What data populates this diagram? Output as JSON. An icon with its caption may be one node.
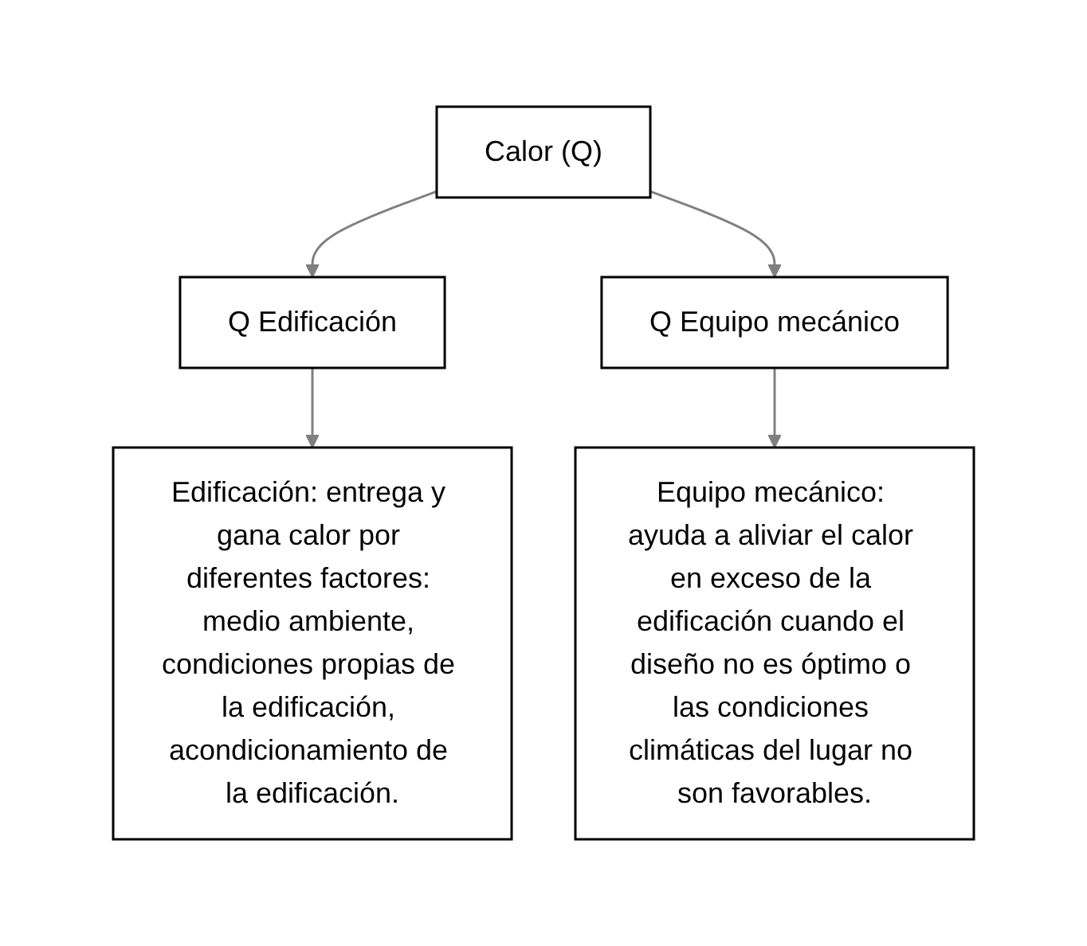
{
  "diagram": {
    "nodes": [
      {
        "text": [
          "Calor (Q)"
        ]
      },
      {
        "text": [
          "Q Edificación"
        ]
      },
      {
        "text": [
          "Q Equipo mecánico"
        ]
      },
      {
        "text": [
          "Edificación: entrega y gana calor por diferentes factores: medio ambiente, condiciones propias de la edificación, acondicionamiento de la edificación."
        ]
      },
      {
        "text": [
          "Equipo mecánico: ayuda a aliviar el calor en exceso de la edificación cuando el diseño no es óptimo o las condiciones climáticas del lugar no son favorables."
        ]
      }
    ],
    "edges": [
      {
        "from": 0,
        "to": 1,
        "arrow": "to"
      },
      {
        "from": 0,
        "to": 2,
        "arrow": "to"
      },
      {
        "from": 1,
        "to": 3,
        "arrow": "to"
      },
      {
        "from": 2,
        "to": 4,
        "arrow": "to"
      }
    ]
  }
}
